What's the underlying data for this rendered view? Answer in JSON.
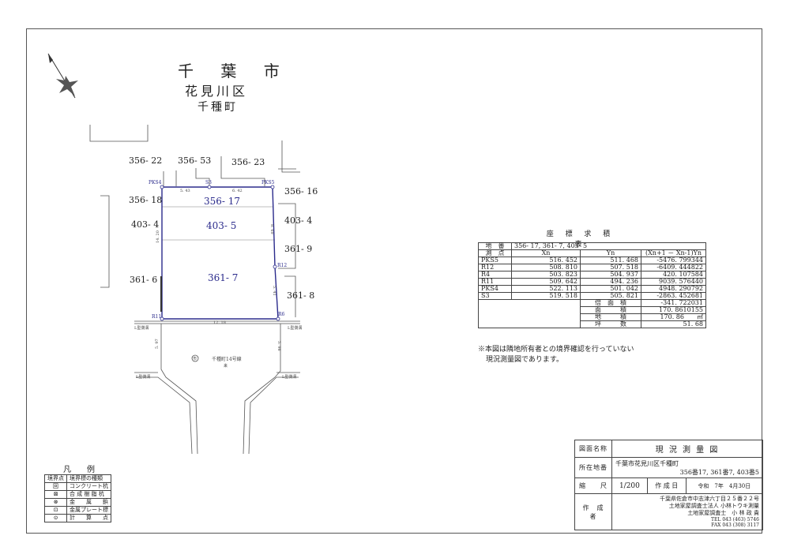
{
  "header": {
    "city": "千 葉 市",
    "ward": "花見川区",
    "town": "千種町"
  },
  "survey": {
    "lots_outer": [
      "356- 22",
      "356- 53",
      "356- 23",
      "356- 16",
      "356- 18",
      "403- 4",
      "403- 4",
      "361- 9",
      "361- 6",
      "361- 8"
    ],
    "lots_inner": [
      "356- 17",
      "403- 5",
      "361- 7"
    ],
    "dimensions": [
      "5. 43",
      "6. 42",
      "14. 20",
      "8. 69",
      "5. 41",
      "12. 18",
      "5. 97",
      "5. 98"
    ],
    "points": [
      "PKS4",
      "S3",
      "PKS5",
      "R12",
      "R11",
      "R6"
    ],
    "road_marker": "市",
    "road_label": "千種町14号線",
    "road_sub": "来",
    "gutters": [
      "L型側溝",
      "L型側溝",
      "L型側溝",
      "L型側溝"
    ]
  },
  "coord_table": {
    "title": "座 標 求 積 表",
    "lot_label": "地　番",
    "lot_value": "356- 17, 361- 7, 403- 5",
    "headers": [
      "測　点",
      "Xn",
      "Yn",
      "(Xn+1 － Xn-1)Yn"
    ],
    "rows": [
      [
        "PKS5",
        "516. 452",
        "511. 468",
        "-5476. 799344"
      ],
      [
        "R12",
        "508. 810",
        "507. 518",
        "-6409. 444822"
      ],
      [
        "R4",
        "503. 823",
        "504. 937",
        "420. 107584"
      ],
      [
        "R11",
        "509. 642",
        "494. 236",
        "9039. 576440"
      ],
      [
        "PKS4",
        "522. 113",
        "501. 042",
        "4948. 290792"
      ],
      [
        "S3",
        "519. 518",
        "505. 821",
        "-2863. 452681"
      ]
    ],
    "totals": [
      [
        "倍　面　積",
        "-341. 722031"
      ],
      [
        "面　　　積",
        "170. 8610155"
      ],
      [
        "地　　　積",
        "170. 86　　㎡"
      ],
      [
        "坪　　　数",
        "51. 68"
      ]
    ]
  },
  "note": {
    "line1": "※本図は隣地所有者との境界確認を行っていない",
    "line2": "現況測量図であります。"
  },
  "legend": {
    "title": "凡　例",
    "headers": [
      "境界点",
      "境界標の種類"
    ],
    "rows": [
      [
        "回",
        "コンクリート杭"
      ],
      [
        "⊠",
        "合 成 樹 脂 杭"
      ],
      [
        "⊗",
        "金　　属　　鋲"
      ],
      [
        "⊡",
        "金属プレート標"
      ],
      [
        "⊙",
        "計　　算　　点"
      ]
    ]
  },
  "title_block": {
    "drawing_name_label": "図面名称",
    "drawing_name": "現 況 測 量 図",
    "location_label": "所在地番",
    "location_line1": "千葉市花見川区千種町",
    "location_line2": "356番17, 361番7, 403番5",
    "scale_label": "縮　　尺",
    "scale": "1/200",
    "date_label": "作 成 日",
    "date": "令和　7年　4月30日",
    "author_label": "作　成　者",
    "address": "千葉県佐倉市中志津六丁目２５番２２号",
    "office": "土地家屋調査士法人 小林トウキ測量",
    "surveyor": "土地家屋調査士　小 林 政 貴",
    "tel": "TEL 043 (463) 5746",
    "fax": "FAX 043 (308) 3117"
  }
}
